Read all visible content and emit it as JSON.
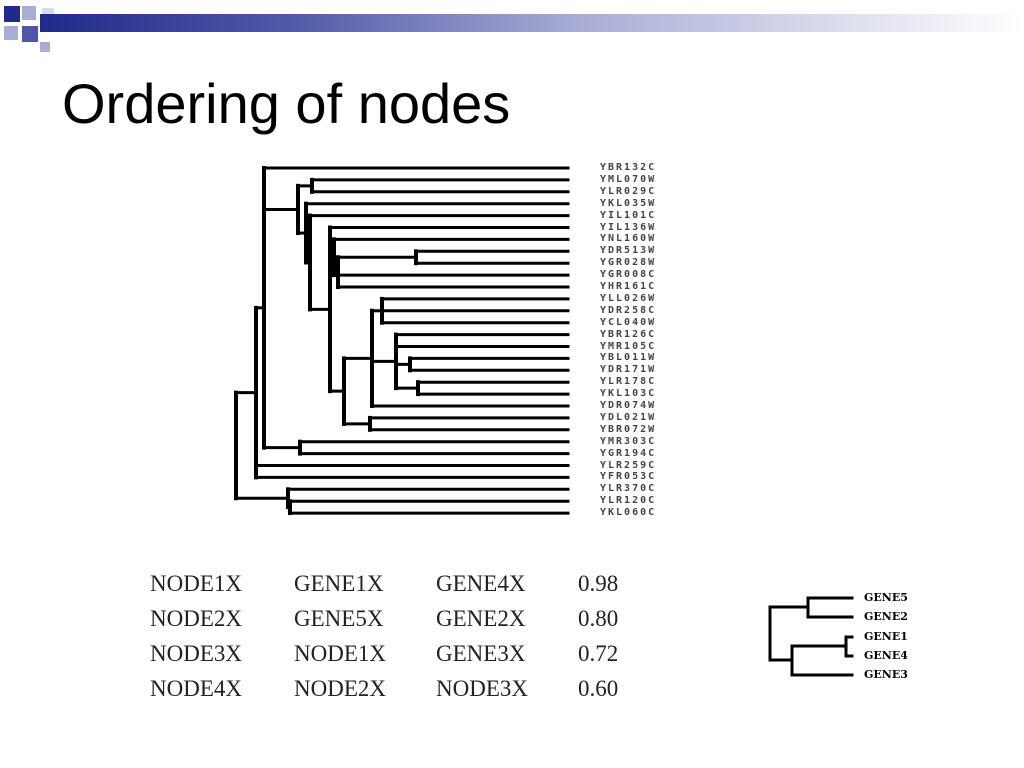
{
  "title": "Ordering of nodes",
  "colors": {
    "accent_dark": "#1f2a8a",
    "accent_light": "#a9add6",
    "tree_line": "#000000"
  },
  "dendrogram_genes": [
    "YBR132C",
    "YML070W",
    "YLR029C",
    "YKL035W",
    "YIL101C",
    "YIL136W",
    "YNL160W",
    "YDR513W",
    "YGR028W",
    "YGR008C",
    "YHR161C",
    "YLL026W",
    "YDR258C",
    "YCL040W",
    "YBR126C",
    "YMR105C",
    "YBL011W",
    "YDR171W",
    "YLR178C",
    "YKL103C",
    "YDR074W",
    "YDL021W",
    "YBR072W",
    "YMR303C",
    "YGR194C",
    "YLR259C",
    "YFR053C",
    "YLR370C",
    "YLR120C",
    "YKL060C"
  ],
  "merge_table": [
    [
      "NODE1X",
      "GENE1X",
      "GENE4X",
      "0.98"
    ],
    [
      "NODE2X",
      "GENE5X",
      "GENE2X",
      "0.80"
    ],
    [
      "NODE3X",
      "NODE1X",
      "GENE3X",
      "0.72"
    ],
    [
      "NODE4X",
      "NODE2X",
      "NODE3X",
      "0.60"
    ]
  ],
  "small_tree_genes": [
    "GENE5",
    "GENE2",
    "GENE1",
    "GENE4",
    "GENE3"
  ]
}
